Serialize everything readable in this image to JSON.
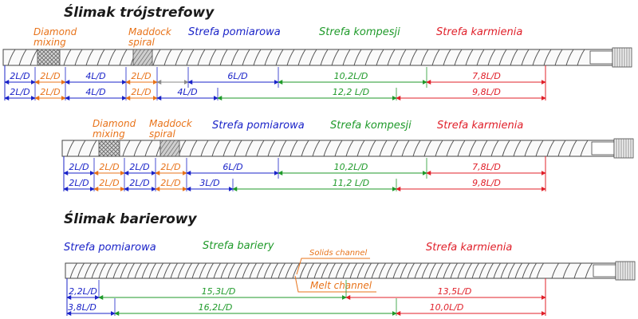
{
  "colors": {
    "blue": "#1a23c8",
    "orange": "#e8731a",
    "green": "#1f9a2a",
    "red": "#e0202a",
    "gray": "#8a8a8a",
    "ink": "#222222"
  },
  "screw1": {
    "title": "Ślimak trójstrefowy",
    "labels": {
      "diamond": [
        "Diamond",
        "mixing"
      ],
      "maddock": [
        "Maddock",
        "spiral"
      ],
      "metering": "Strefa pomiarowa",
      "compression": "Strefa kompesji",
      "feed": "Strefa karmienia"
    },
    "row1": [
      "2L/D",
      "2L/D",
      "4L/D",
      "2L/D",
      "",
      "6L/D",
      "10,2L/D",
      "7,8L/D"
    ],
    "row2": [
      "2L/D",
      "2L/D",
      "4L/D",
      "2L/D",
      "4L/D",
      "12,2 L/D",
      "9,8L/D"
    ]
  },
  "screw2": {
    "labels": {
      "diamond": [
        "Diamond",
        "mixing"
      ],
      "maddock": [
        "Maddock",
        "spiral"
      ],
      "metering": "Strefa pomiarowa",
      "compression": "Strefa kompesji",
      "feed": "Strefa karmienia"
    },
    "row1": [
      "2L/D",
      "2L/D",
      "2L/D",
      "2L/D",
      "6L/D",
      "10,2L/D",
      "7,8L/D"
    ],
    "row2": [
      "2L/D",
      "2L/D",
      "2L/D",
      "2L/D",
      "3L/D",
      "11,2 L/D",
      "9,8L/D"
    ]
  },
  "screw3": {
    "title": "Ślimak barierowy",
    "labels": {
      "metering": "Strefa pomiarowa",
      "barrier": "Strefa bariery",
      "feed": "Strefa karmienia",
      "solids": "Solids channel",
      "melt": "Melt channel"
    },
    "row1": [
      "2,2L/D",
      "15,3L/D",
      "13,5L/D"
    ],
    "row2": [
      "3,8L/D",
      "16,2L/D",
      "10,0L/D"
    ]
  }
}
